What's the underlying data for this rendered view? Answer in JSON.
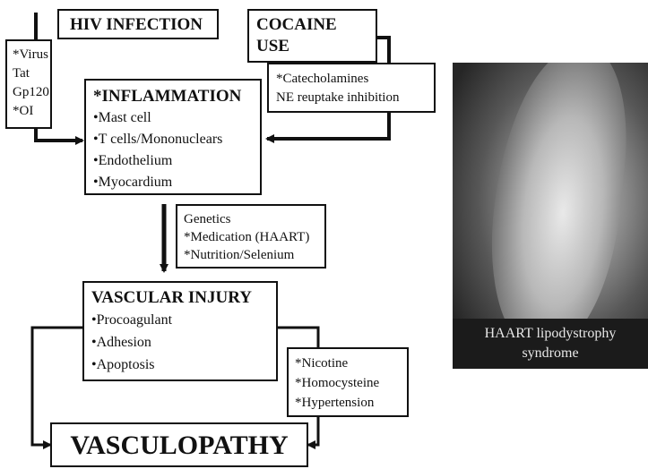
{
  "hiv": {
    "title": "HIV INFECTION",
    "factors": [
      "*Virus",
      "Tat",
      "Gp120",
      "*OI"
    ]
  },
  "cocaine": {
    "title_1": "COCAINE",
    "title_2": "USE",
    "factors": [
      "*Catecholamines",
      "NE reuptake inhibition"
    ]
  },
  "inflammation": {
    "title": "*INFLAMMATION",
    "items": [
      "•Mast cell",
      "•T cells/Mononuclears",
      "•Endothelium",
      "•Myocardium"
    ]
  },
  "modifiers": {
    "items": [
      "Genetics",
      "*Medication (HAART)",
      "*Nutrition/Selenium"
    ]
  },
  "vascular_injury": {
    "title": "VASCULAR INJURY",
    "items": [
      "•Procoagulant",
      "•Adhesion",
      "•Apoptosis"
    ]
  },
  "risk_factors": {
    "items": [
      "*Nicotine",
      "*Homocysteine",
      "*Hypertension"
    ]
  },
  "vasculopathy": {
    "title": "VASCULOPATHY"
  },
  "photo": {
    "caption_1": "HAART lipodystrophy",
    "caption_2": "syndrome"
  }
}
